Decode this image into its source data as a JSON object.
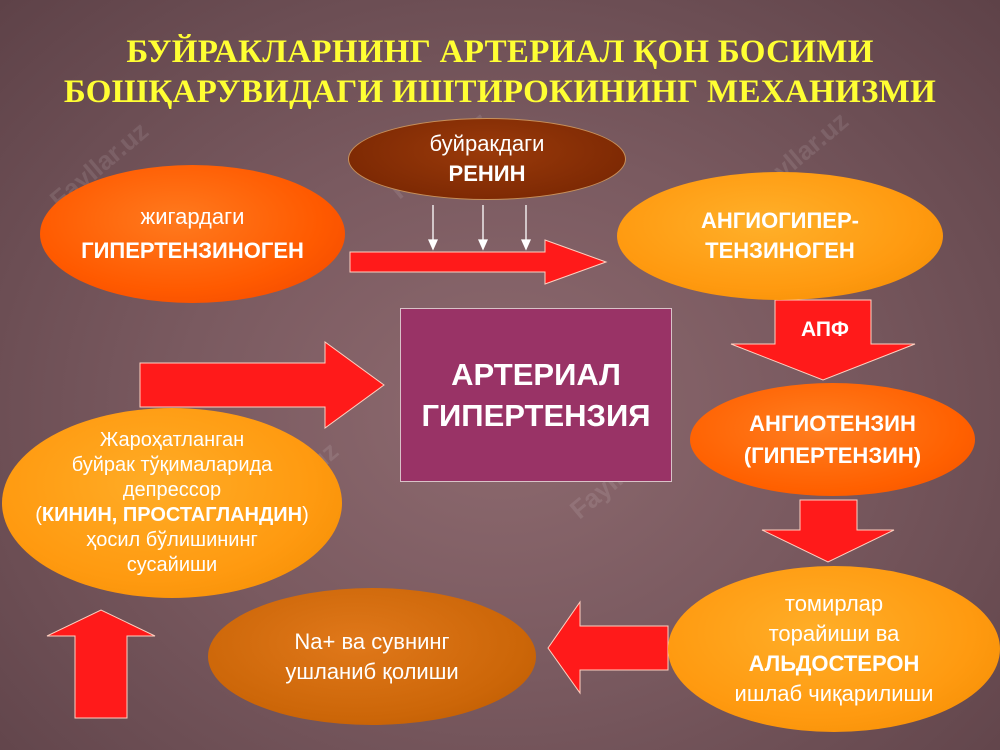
{
  "title": {
    "line1": "БУЙРАКЛАРНИНГ АРТЕРИАЛ ҚОН БОСИМИ",
    "line2": "БОШҚАРУВИДАГИ ИШТИРОКИНИНГ МЕХАНИЗМИ"
  },
  "nodes": {
    "gipertenzinogen": {
      "line1": "жигардаги",
      "line2": "ГИПЕРТЕНЗИНОГЕН"
    },
    "renin": {
      "line1": "буйракдаги",
      "line2": "РЕНИН"
    },
    "angiogipertenzinogen": {
      "line1": "АНГИОГИПЕР-",
      "line2": "ТЕНЗИНОГЕН"
    },
    "center": {
      "line1": "АРТЕРИАЛ",
      "line2": "ГИПЕРТЕНЗИЯ"
    },
    "apf": "АПФ",
    "angiotenzin": {
      "line1": "АНГИОТЕНЗИН",
      "line2": "(ГИПЕРТЕНЗИН)"
    },
    "tomirlar": {
      "line1": "томирлар",
      "line2": "торайиши ва",
      "line3": "АЛЬДОСТЕРОН",
      "line4": "ишлаб чиқарилиши"
    },
    "natriy": {
      "line1": "Na+ ва сувнинг",
      "line2": "ушланиб қолиши"
    },
    "depressor": {
      "line1": "Жароҳатланган",
      "line2": "буйрак тўқималарида",
      "line3": "депрессор",
      "line4_open": "(",
      "line4_bold": "КИНИН, ПРОСТАГЛАНДИН",
      "line4_close": ")",
      "line5": "ҳосил бўлишининг",
      "line6": "сусайиши"
    }
  },
  "watermark": "Fayllar.uz",
  "colors": {
    "title": "#ffff33",
    "arrow_red": "#ff1a1a",
    "center_box": "#993366",
    "orange": "#ff9a10",
    "dark_orange": "#ff5a00",
    "renin": "#7f2a04"
  }
}
